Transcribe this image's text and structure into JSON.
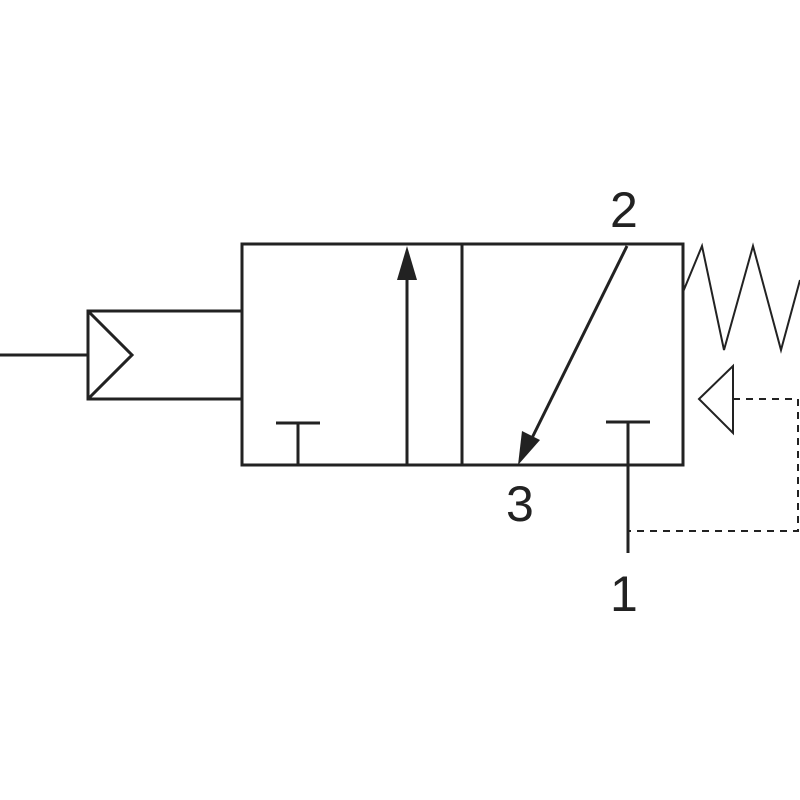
{
  "diagram": {
    "type": "pneumatic-valve-symbol",
    "ports": {
      "port_1": "1",
      "port_2": "2",
      "port_3": "3"
    },
    "colors": {
      "line": "#222222",
      "background": "#ffffff"
    }
  }
}
